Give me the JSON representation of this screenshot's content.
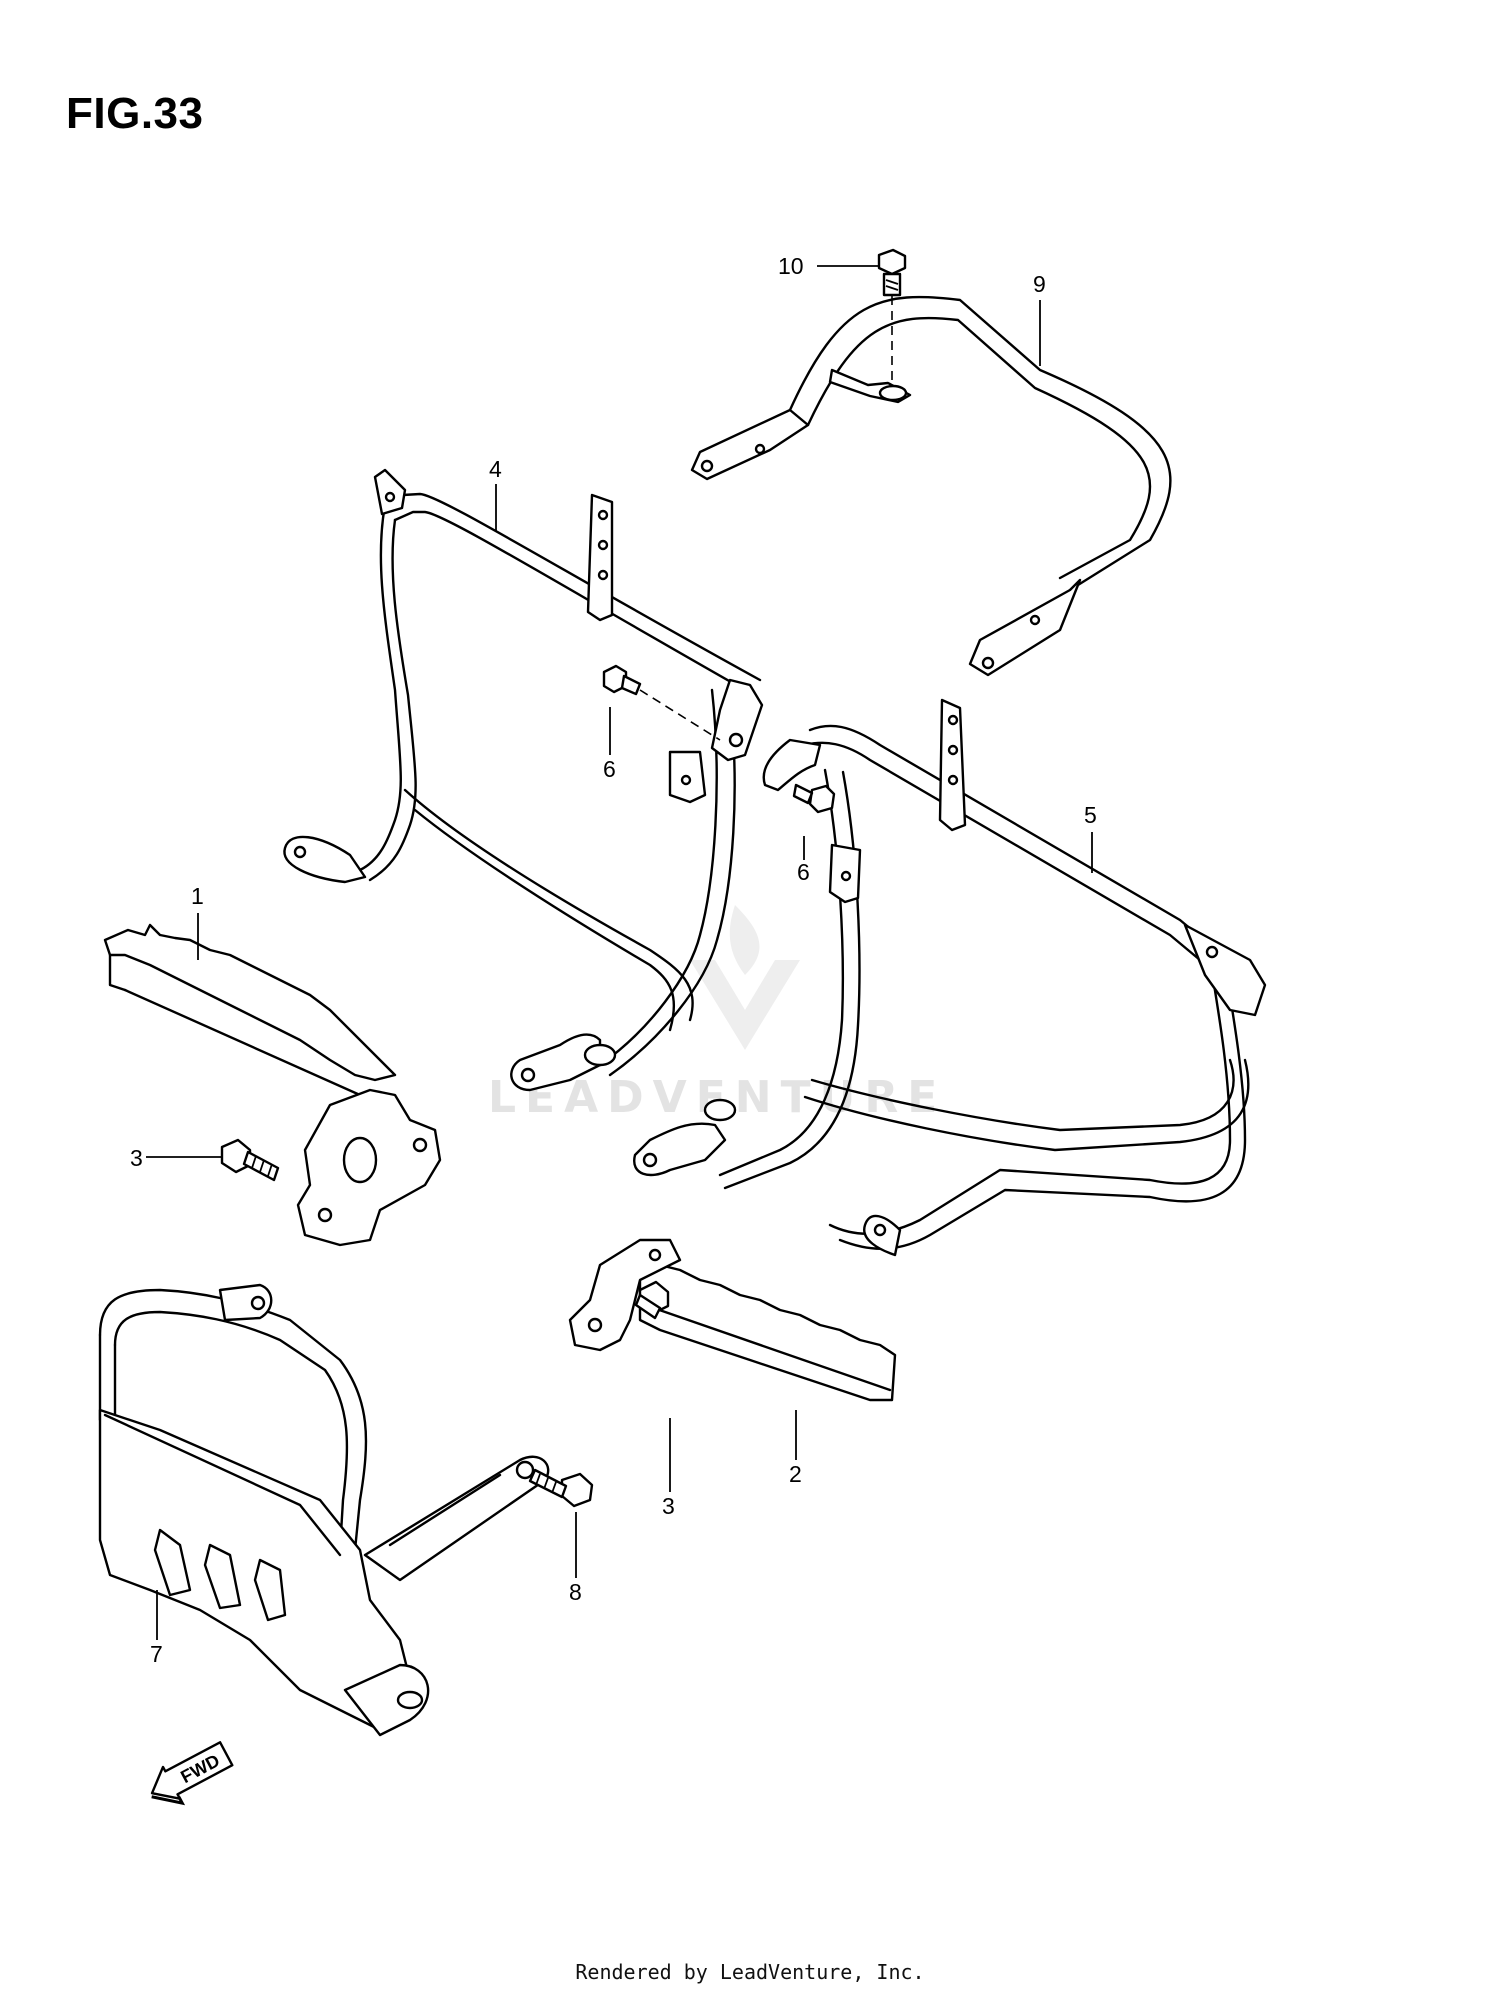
{
  "figure": {
    "title": "FIG.33"
  },
  "callouts": {
    "p1": "1",
    "p2": "2",
    "p3a": "3",
    "p3b": "3",
    "p4": "4",
    "p5": "5",
    "p6a": "6",
    "p6b": "6",
    "p7": "7",
    "p8": "8",
    "p9": "9",
    "p10": "10"
  },
  "direction_badge": {
    "label": "FWD"
  },
  "watermark": {
    "text": "LEADVENTURE"
  },
  "footer": {
    "credit": "Rendered by LeadVenture, Inc."
  },
  "colors": {
    "line": "#000000",
    "background": "#ffffff",
    "watermark": "#e3e3e3"
  }
}
